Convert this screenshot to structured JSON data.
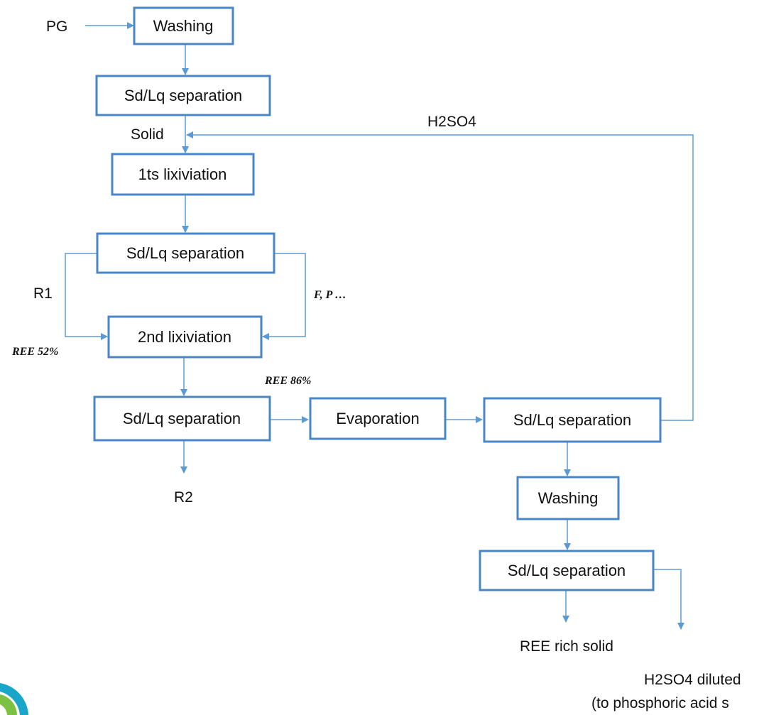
{
  "diagram": {
    "nodes": {
      "washing1": "Washing",
      "sep1": "Sd/Lq separation",
      "lix1": "1ts lixiviation",
      "sep2": "Sd/Lq separation",
      "lix2": "2nd lixiviation",
      "sep3": "Sd/Lq separation",
      "evap": "Evaporation",
      "sep4": "Sd/Lq separation",
      "washing2": "Washing",
      "sep5": "Sd/Lq separation"
    },
    "labels": {
      "pg": "PG",
      "solid": "Solid",
      "h2so4": "H2SO4",
      "r1": "R1",
      "ree52": "REE 52%",
      "fp": "F, P …",
      "ree86": "REE 86%",
      "r2": "R2",
      "ree_rich": "REE rich solid",
      "h2so4_diluted": "H2SO4 diluted",
      "to_phosphoric": "(to phosphoric acid s"
    },
    "colors": {
      "box_border": "#4a86c5",
      "arrow": "#5b9bd5",
      "logo": "#1aa6c9"
    }
  }
}
